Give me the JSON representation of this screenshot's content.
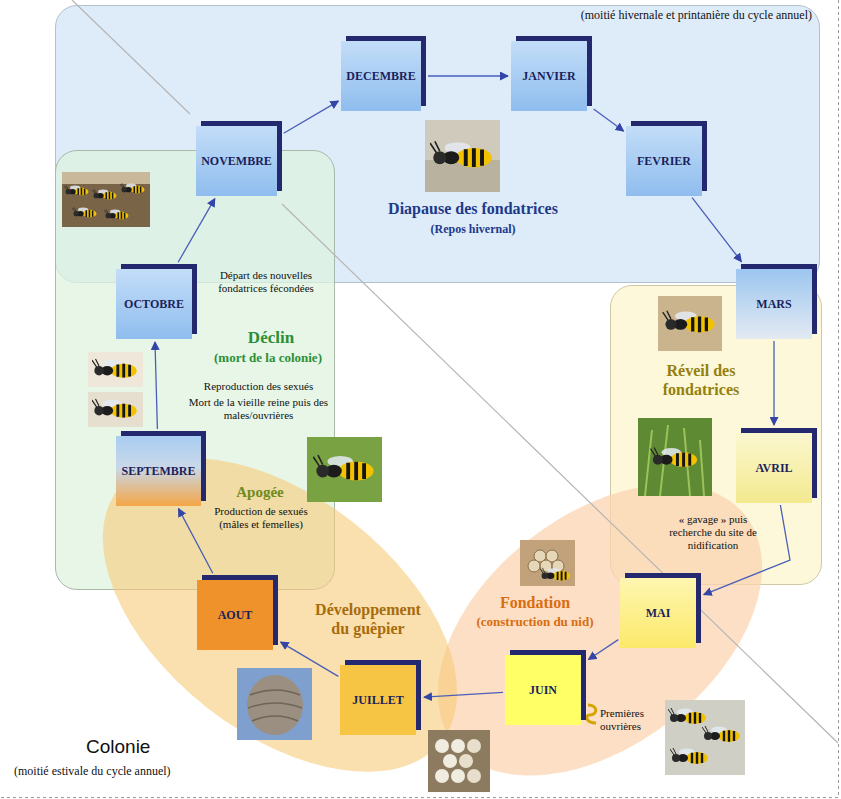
{
  "diagram": {
    "nodes": [
      {
        "text": [
          "Diapause des fondatrices",
          "(Repos hivernal)"
        ]
      },
      {
        "text": [
          "DECEMBRE"
        ],
        "in": 0
      },
      {
        "text": [
          "JANVIER"
        ],
        "in": 0
      },
      {
        "text": [
          "FEVRIER"
        ],
        "in": 0
      },
      {
        "text": [
          "Départ des nouvelles fondatrices fécondées",
          "Déclin",
          "(mort de la colonie)",
          "Reproduction des sexués",
          "Mort de la vieille reine puis des males/ouvrières",
          "Apogée",
          "Production de sexués (mâles et femelles)"
        ]
      },
      {
        "text": [
          "NOVEMBRE"
        ],
        "in": 4
      },
      {
        "text": [
          "OCTOBRE"
        ],
        "in": 4
      },
      {
        "text": [
          "SEPTEMBRE"
        ],
        "in": 4
      },
      {
        "text": [
          "Réveil des fondatrices",
          "« gavage » puis recherche du site de nidification"
        ]
      },
      {
        "text": [
          "MARS"
        ],
        "in": 8
      },
      {
        "text": [
          "AVRIL"
        ],
        "in": 8
      },
      {
        "text": [
          "Fondation",
          "(construction du nid)",
          "Premières ouvrières"
        ]
      },
      {
        "text": [
          "MAI"
        ],
        "in": 11
      },
      {
        "text": [
          "JUIN"
        ],
        "in": 11
      },
      {
        "text": [
          "Développement du guêpier"
        ]
      },
      {
        "text": [
          "JUILLET"
        ],
        "in": 14
      },
      {
        "text": [
          "AOUT"
        ],
        "in": 14
      }
    ],
    "edges": [
      {
        "from": 5,
        "to": 1,
        "arrow": "to"
      },
      {
        "from": 1,
        "to": 2,
        "arrow": "to"
      },
      {
        "from": 2,
        "to": 3,
        "arrow": "to"
      },
      {
        "from": 3,
        "to": 9,
        "arrow": "to"
      },
      {
        "from": 9,
        "to": 10,
        "arrow": "to"
      },
      {
        "from": 10,
        "to": 12,
        "arrow": "to"
      },
      {
        "from": 12,
        "to": 13,
        "arrow": "to"
      },
      {
        "from": 13,
        "to": 15,
        "arrow": "to"
      },
      {
        "from": 15,
        "to": 16,
        "arrow": "to"
      },
      {
        "from": 16,
        "to": 7,
        "arrow": "to"
      },
      {
        "from": 7,
        "to": 6,
        "arrow": "to"
      },
      {
        "from": 6,
        "to": 5,
        "arrow": "to"
      }
    ],
    "labels": [
      "(moitié hivernale et printanière du cycle annuel)",
      "Colonie",
      "(moitié estivale du cycle annuel)"
    ]
  }
}
